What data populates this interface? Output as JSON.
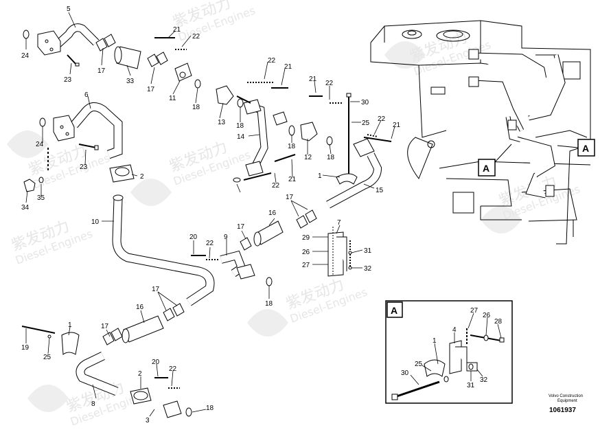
{
  "watermark": {
    "cn": "紫发动力",
    "en": "Diesel-Engines"
  },
  "detail": {
    "label": "A",
    "callouts": [
      "27",
      "26",
      "28",
      "1",
      "4",
      "25",
      "30",
      "31",
      "32"
    ]
  },
  "reference_labels": [
    "A",
    "A"
  ],
  "callouts": {
    "c5": "5",
    "c24a": "24",
    "c17a": "17",
    "c23a": "23",
    "c33": "33",
    "c17b": "17",
    "c21a": "21",
    "c22a": "22",
    "c11": "11",
    "c18a": "18",
    "c22b": "22",
    "c21b": "21",
    "c13": "13",
    "c18b": "18",
    "c21c": "21",
    "c22c": "22",
    "c30": "30",
    "c25a": "25",
    "c22d": "22",
    "c21d": "21",
    "c14": "14",
    "c18c": "18",
    "c12": "12",
    "c18d": "18",
    "c22e": "22",
    "c21e": "21",
    "c1a": "1",
    "c15": "15",
    "c6": "6",
    "c24b": "24",
    "c23b": "23",
    "c2a": "2",
    "c34": "34",
    "c35": "35",
    "c10": "10",
    "c16a": "16",
    "c17c": "17",
    "c17d": "17",
    "c7": "7",
    "c20a": "20",
    "c22f": "22",
    "c9": "9",
    "c29": "29",
    "c31": "31",
    "c26": "26",
    "c27": "27",
    "c32": "32",
    "c18e": "18",
    "c17e": "17",
    "c16b": "16",
    "c1b": "1",
    "c17f": "17",
    "c19": "19",
    "c25b": "25",
    "c20b": "20",
    "c22g": "22",
    "c2b": "2",
    "c8": "8",
    "c3": "3",
    "c18f": "18"
  },
  "maker": {
    "line1": "Volvo Construction",
    "line2": "Equipment"
  },
  "doc_number": "1061937"
}
